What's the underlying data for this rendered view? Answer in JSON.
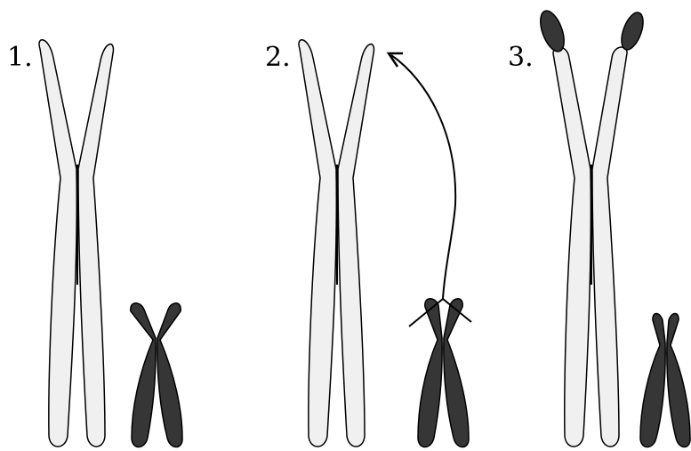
{
  "steps": [
    {
      "label": "1."
    },
    {
      "label": "2."
    },
    {
      "label": "3."
    }
  ],
  "colors": {
    "long_chromosome": "#f0f0f0",
    "short_chromosome": "#363636",
    "outline": "#000000",
    "background": "#ffffff"
  }
}
